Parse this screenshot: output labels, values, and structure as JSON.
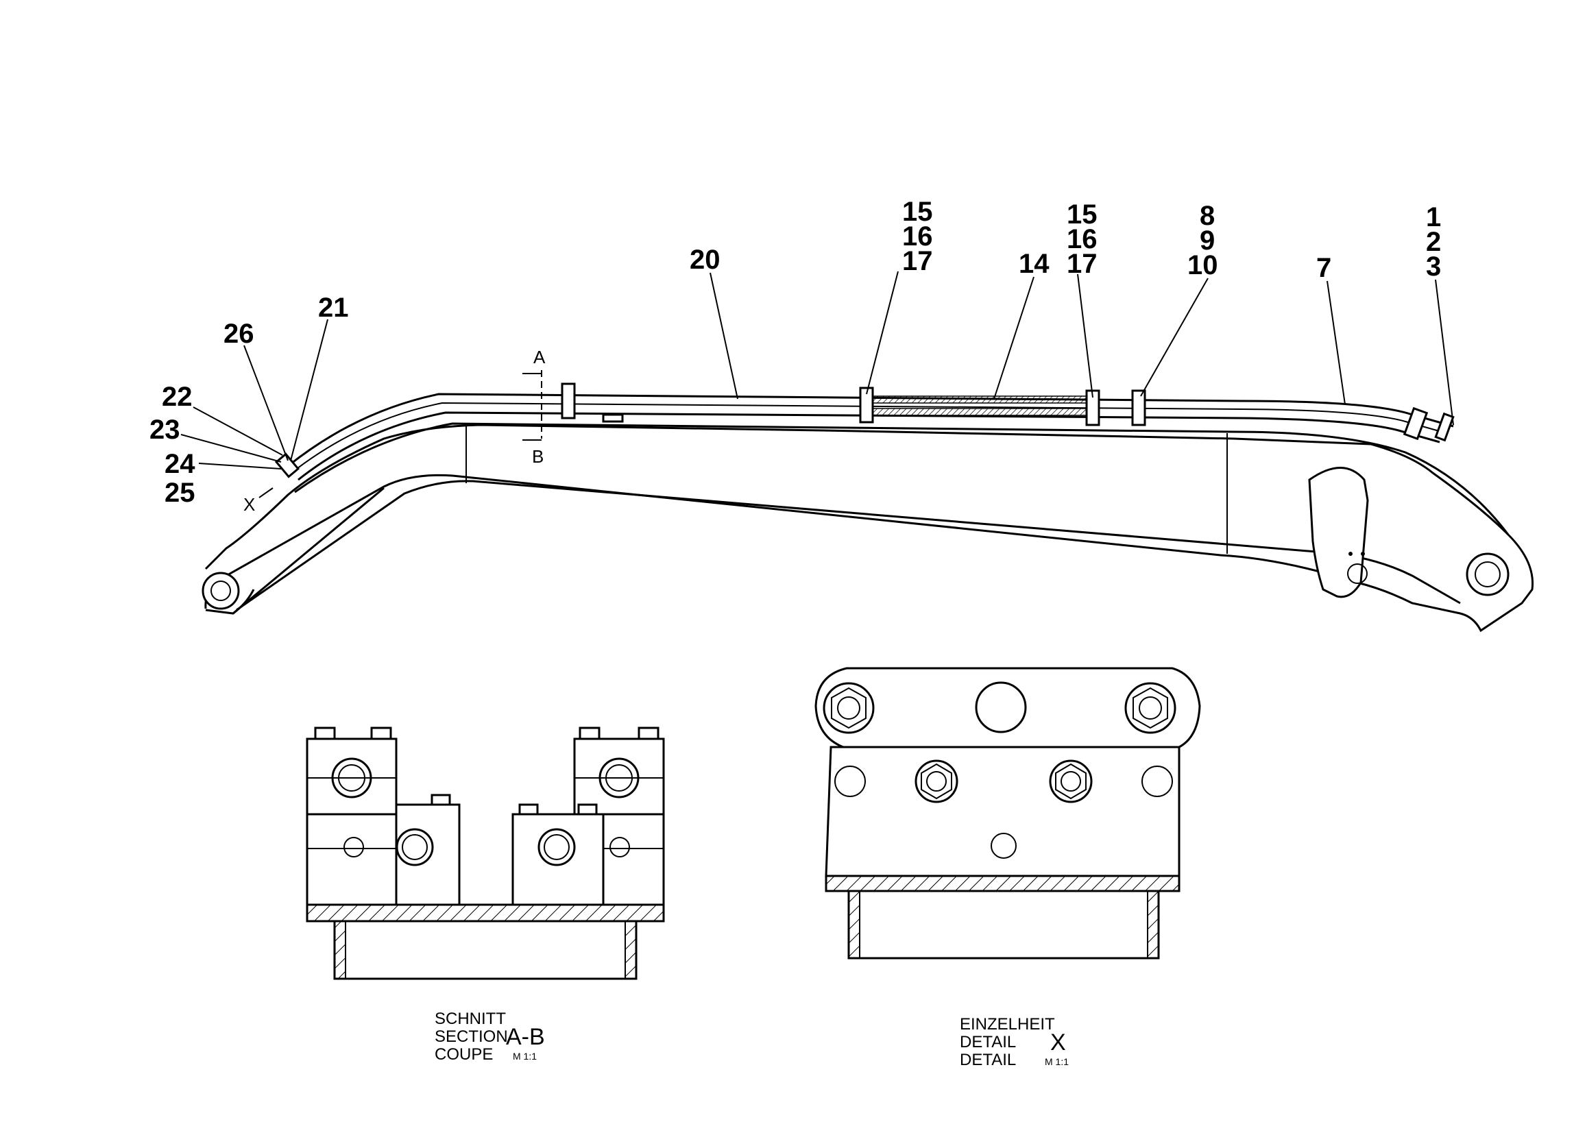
{
  "callouts": {
    "c1": "1",
    "c2": "2",
    "c3": "3",
    "c7": "7",
    "c8": "8",
    "c9": "9",
    "c10": "10",
    "c14": "14",
    "c15a": "15",
    "c16a": "16",
    "c17a": "17",
    "c15b": "15",
    "c16b": "16",
    "c17b": "17",
    "c20": "20",
    "c21": "21",
    "c22": "22",
    "c23": "23",
    "c24": "24",
    "c25": "25",
    "c26": "26"
  },
  "section_markers": {
    "a": "A",
    "b": "B",
    "x": "X"
  },
  "section_ab": {
    "line1": "SCHNITT",
    "line2": "SECTION",
    "line3": "COUPE",
    "id": "A-B",
    "scale": "M 1:1"
  },
  "detail_x": {
    "line1": "EINZELHEIT",
    "line2": "DETAIL",
    "line3": "DETAIL",
    "id": "X",
    "scale": "M 1:1"
  }
}
